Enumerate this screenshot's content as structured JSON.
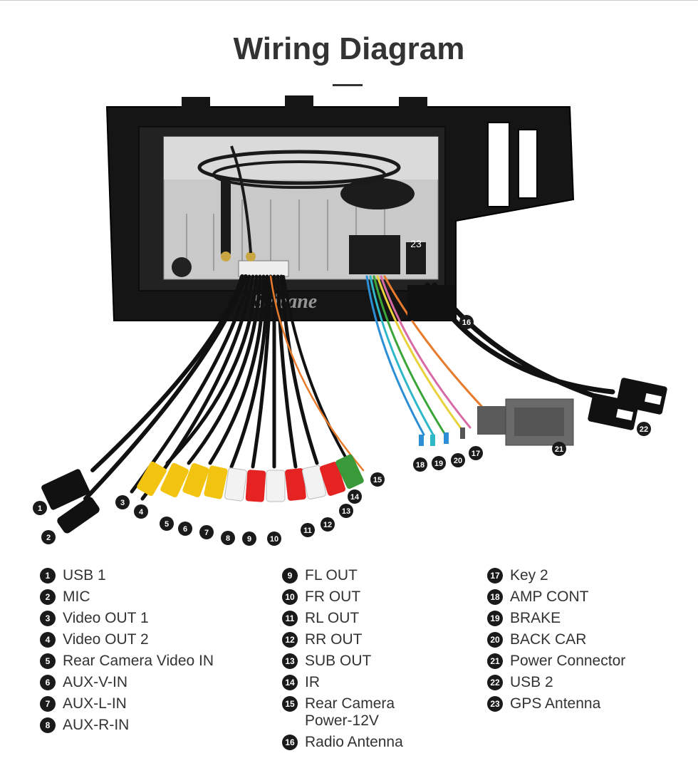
{
  "title": "Wiring Diagram",
  "watermark": "Seicane",
  "colors": {
    "badge": "#1a1a1a",
    "text": "#333333"
  },
  "callouts": [
    {
      "n": "1",
      "label": "USB 1"
    },
    {
      "n": "2",
      "label": "MIC"
    },
    {
      "n": "3",
      "label": "Video OUT 1"
    },
    {
      "n": "4",
      "label": "Video OUT 2"
    },
    {
      "n": "5",
      "label": "Rear Camera Video IN"
    },
    {
      "n": "6",
      "label": "AUX-V-IN"
    },
    {
      "n": "7",
      "label": "AUX-L-IN"
    },
    {
      "n": "8",
      "label": "AUX-R-IN"
    },
    {
      "n": "9",
      "label": "FL OUT"
    },
    {
      "n": "10",
      "label": "FR OUT"
    },
    {
      "n": "11",
      "label": "RL OUT"
    },
    {
      "n": "12",
      "label": "RR OUT"
    },
    {
      "n": "13",
      "label": "SUB OUT"
    },
    {
      "n": "14",
      "label": "IR"
    },
    {
      "n": "15",
      "label": "Rear Camera\nPower-12V"
    },
    {
      "n": "16",
      "label": "Radio Antenna"
    },
    {
      "n": "17",
      "label": "Key 2"
    },
    {
      "n": "18",
      "label": "AMP CONT"
    },
    {
      "n": "19",
      "label": "BRAKE"
    },
    {
      "n": "20",
      "label": "BACK CAR"
    },
    {
      "n": "21",
      "label": "Power Connector"
    },
    {
      "n": "22",
      "label": "USB 2"
    },
    {
      "n": "23",
      "label": "GPS Antenna"
    }
  ]
}
